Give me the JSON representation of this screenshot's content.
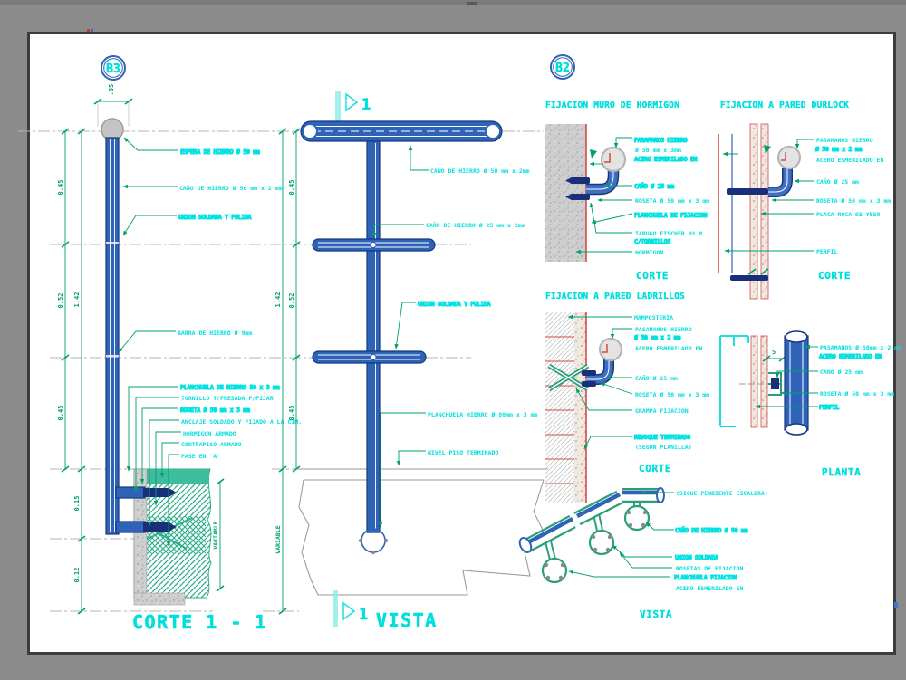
{
  "window": {
    "background": "#8b8b8b",
    "canvas": "#ffffff",
    "frame": "#3c3c3c"
  },
  "colors": {
    "cyan": "#00dede",
    "green": "#00a06b",
    "blue": "#2e63b8",
    "navy": "#16397c",
    "red": "#d24d46",
    "teal": "#2fae8c"
  },
  "markers": {
    "left": "B3",
    "right": "B2",
    "cut_number": "1"
  },
  "corte": {
    "title": "CORTE 1 - 1",
    "labels": [
      "ESFERA DE HIERRO Ø 50 mm",
      "CAÑO DE HIERRO Ø 50 mm x 2 mm",
      "UNION SOLDADA Y PULIDA",
      "BARRA DE HIERRO Ø 9mm",
      "PLANCHUELA DE HIERRO 50 x 3 mm",
      "TORNILLO T/FRESADA P/FIJAR",
      "ROSETA Ø 50 mm x 3 mm",
      "ANCLAJE SOLDADO Y FIJADO A LA CIM.",
      "HORMIGON ARMADO",
      "CONTRAPISO ARMADO",
      "PASE EN 'A'"
    ],
    "dims": {
      "top": ".05",
      "d1": "0.45",
      "d2": "0.52",
      "d3": "0.45",
      "total": "1.42",
      "e1": "0.15",
      "e2": "0.12",
      "variable": "VARIABLE"
    }
  },
  "vista": {
    "title": "VISTA",
    "labels": [
      "CAÑO DE HIERRO Ø 50 mm x 2mm",
      "CAÑO DE HIERRO Ø 25 mm x 2mm",
      "UNION SOLDADA Y PULIDA",
      "PLANCHUELA HIERRO Ø 80mm x 3 mm",
      "NIVEL PISO TERMINADO"
    ],
    "dims": {
      "d1": "0.45",
      "d2": "0.52",
      "d3": "0.45",
      "total": "1.42",
      "variable": "VARIABLE"
    }
  },
  "det_hormigon": {
    "title": "FIJACION MURO DE HORMIGON",
    "subtitle": "CORTE",
    "labels": [
      "PASAMANOS HIERRO",
      "Ø 50 mm x 3mm",
      "ACERO ESMERILADO EN",
      "CAÑO Ø 25 mm",
      "ROSETA Ø 50 mm x 3 mm",
      "PLANCHUELA DE FIJACION",
      "TARUGO FISCHER Nº 8",
      "C/TORNILLOS",
      "HORMIGON"
    ]
  },
  "det_durlock": {
    "title": "FIJACION A PARED DURLOCK",
    "subtitle": "CORTE",
    "labels": [
      "PASAMANOS HIERRO",
      "Ø 50 mm x 2 mm",
      "ACERO ESMERILADO EN",
      "CAÑO Ø 25 mm",
      "ROSETA Ø 50 mm x 3 mm",
      "PLACA ROCA DE YESO",
      "PERFIL"
    ]
  },
  "det_ladrillos": {
    "title": "FIJACION A PARED LADRILLOS",
    "subtitle": "CORTE",
    "labels": [
      "MAMPOSTERIA",
      "PASAMANOS HIERRO",
      "Ø 50 mm x 2 mm",
      "ACERO ESMERILADO EN",
      "CAÑO Ø 25 mm",
      "ROSETA Ø 50 mm x 3 mm",
      "GRAMPA FIJACION",
      "REVOQUE TERMINADO",
      "(SEGUN PLANILLA)"
    ]
  },
  "det_planta": {
    "title": "PLANTA",
    "dim": "5",
    "labels": [
      "PASAMANOS Ø 50mm x 2 mm",
      "ACERO ESMERILADO EN",
      "CAÑO Ø 25 mm",
      "ROSETA Ø 50 mm x 3 mm",
      "PERFIL"
    ]
  },
  "det_escalera": {
    "title": "VISTA",
    "labels": [
      "(SIGUE PENDIENTE ESCALERA)",
      "CAÑO DE HIERRO Ø 50 mm",
      "UNION SOLDADA",
      "ROSETAS DE FIJACION",
      "PLANCHUELA FIJACION",
      "ACERO ESMERILADO EN"
    ]
  }
}
